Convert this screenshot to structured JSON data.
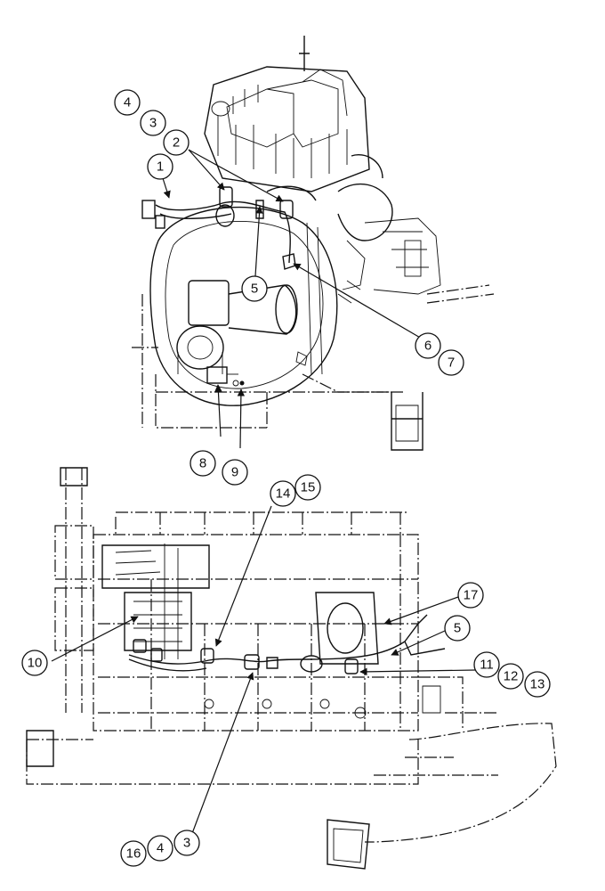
{
  "diagram": {
    "top_view": {
      "callouts": [
        "1",
        "2",
        "3",
        "4",
        "5",
        "6",
        "7",
        "8",
        "9"
      ]
    },
    "bottom_view": {
      "callouts": [
        "3",
        "4",
        "5",
        "10",
        "11",
        "12",
        "13",
        "14",
        "15",
        "16",
        "17"
      ]
    }
  }
}
